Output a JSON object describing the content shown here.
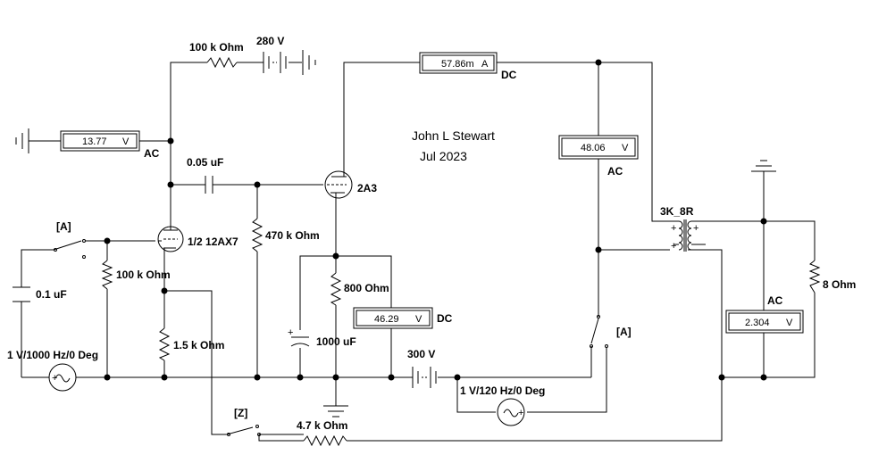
{
  "labels": {
    "r_plate_supply": "100 k Ohm",
    "b_280": "280 V",
    "c_coupling": "0.05 uF",
    "r_grid": "470 k Ohm",
    "v2_name": "2A3",
    "v1_name": "1/2 12AX7",
    "r_input": "100 k Ohm",
    "r_cathode1": "1.5 k Ohm",
    "c_input": "0.1 uF",
    "src_input": "1 V/1000 Hz/0 Deg",
    "r_cathode2": "800  Ohm",
    "c_cathode2": "1000 uF",
    "b_300": "300 V",
    "src_hum": "1 V/120 Hz/0 Deg",
    "r_feedback": "4.7 k Ohm",
    "transformer": "3K_8R",
    "r_load": "8  Ohm",
    "sw_a1": "[A]",
    "sw_a2": "[A]",
    "sw_z": "[Z]",
    "mode_dc_plate": "DC",
    "mode_ac_tap": "AC",
    "mode_ac_input": "AC",
    "mode_dc_cathode": "DC",
    "mode_ac_output": "AC"
  },
  "meters": {
    "input_ac": {
      "value": "13.77",
      "unit": "V"
    },
    "plate_dc": {
      "value": "57.86m",
      "unit": "A"
    },
    "tap_ac": {
      "value": "48.06",
      "unit": "V"
    },
    "cathode_dc": {
      "value": "46.29",
      "unit": "V"
    },
    "output_ac": {
      "value": "2.304",
      "unit": "V"
    }
  },
  "author": {
    "name": "John L Stewart",
    "date": "Jul 2023"
  }
}
